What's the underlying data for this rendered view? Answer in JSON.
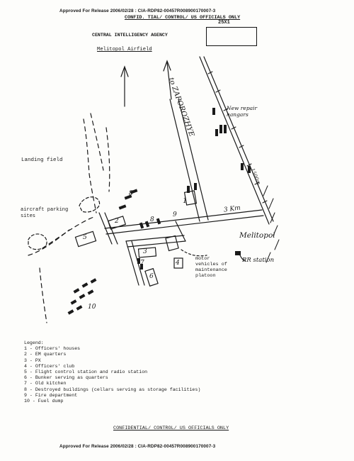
{
  "header": {
    "release_top": "Approved For Release 2006/02/28 : CIA-RDP82-00457R008900170007-3",
    "classification_top": "CONFID. TIAL/ CONTROL/ US OFFICIALS ONLY",
    "stamp_code": "25X1",
    "agency": "CENTRAL INTELLIGENCY AGENCY",
    "title": "Melitopol Airfield"
  },
  "map_labels": {
    "to_zaporozhye": "to ZAPOROZHYE",
    "new_repair_hangars": "New repair hangars",
    "landing_field": "Landing field",
    "aircraft_parking": "aircraft parking sites",
    "distance_3km": "3 Km",
    "distance_1500m": "1500m",
    "melitopol": "Melitopol",
    "rr_station": "RR station",
    "motor_vehicles": "motor vehicles of maintenance platoon"
  },
  "map_numbers": [
    "1",
    "2",
    "3",
    "4",
    "5",
    "6",
    "7",
    "8",
    "8",
    "9",
    "10"
  ],
  "legend": {
    "heading": "Legend:",
    "items": [
      "1 - Officers' houses",
      "2 - EM quarters",
      "3 - PX",
      "4 - Officers' club",
      "5 - Flight control station and radio station",
      "6 - Bunker serving as quarters",
      "7 - Old kitchen",
      "8 - Destroyed buildings (cellars serving as storage facilities)",
      "9 - Fire department",
      "10 - Fuel dump"
    ]
  },
  "footer": {
    "classification_bottom": "CONFIDENTIAL/ CONTROL/ US OFFICIALS ONLY",
    "release_bottom": "Approved For Release 2006/02/28 : CIA-RDP82-00457R008900170007-3"
  }
}
